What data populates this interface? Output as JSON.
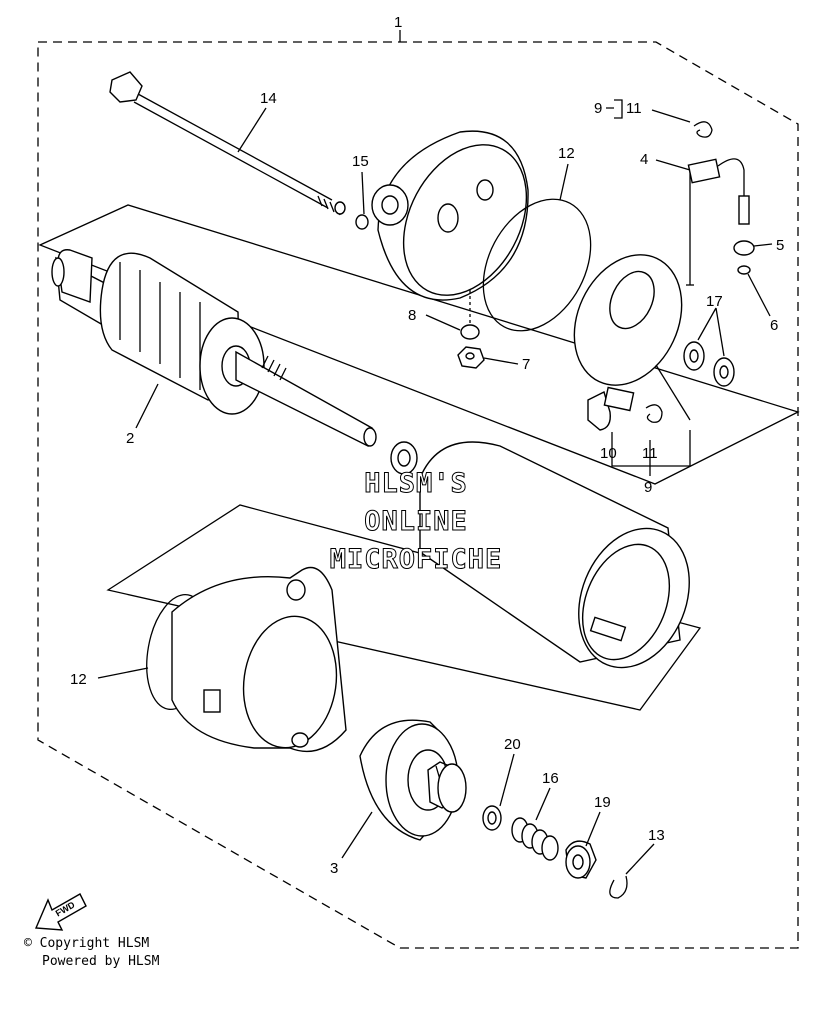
{
  "labels": [
    {
      "id": "1",
      "text": "1"
    },
    {
      "id": "2",
      "text": "2"
    },
    {
      "id": "3",
      "text": "3"
    },
    {
      "id": "4",
      "text": "4"
    },
    {
      "id": "5",
      "text": "5"
    },
    {
      "id": "6",
      "text": "6"
    },
    {
      "id": "7",
      "text": "7"
    },
    {
      "id": "8",
      "text": "8"
    },
    {
      "id": "9a",
      "text": "9"
    },
    {
      "id": "9b",
      "text": "9"
    },
    {
      "id": "10",
      "text": "10"
    },
    {
      "id": "11a",
      "text": "11"
    },
    {
      "id": "11b",
      "text": "11"
    },
    {
      "id": "12a",
      "text": "12"
    },
    {
      "id": "12b",
      "text": "12"
    },
    {
      "id": "13",
      "text": "13"
    },
    {
      "id": "14",
      "text": "14"
    },
    {
      "id": "15",
      "text": "15"
    },
    {
      "id": "16",
      "text": "16"
    },
    {
      "id": "17",
      "text": "17"
    },
    {
      "id": "19",
      "text": "19"
    },
    {
      "id": "20",
      "text": "20"
    }
  ],
  "watermark": [
    "HLSM'S",
    "ONLINE",
    "MICROFICHE"
  ],
  "fwd_label": "FWD",
  "footer": {
    "copyright": "© Copyright HLSM",
    "powered": "Powered by HLSM"
  }
}
